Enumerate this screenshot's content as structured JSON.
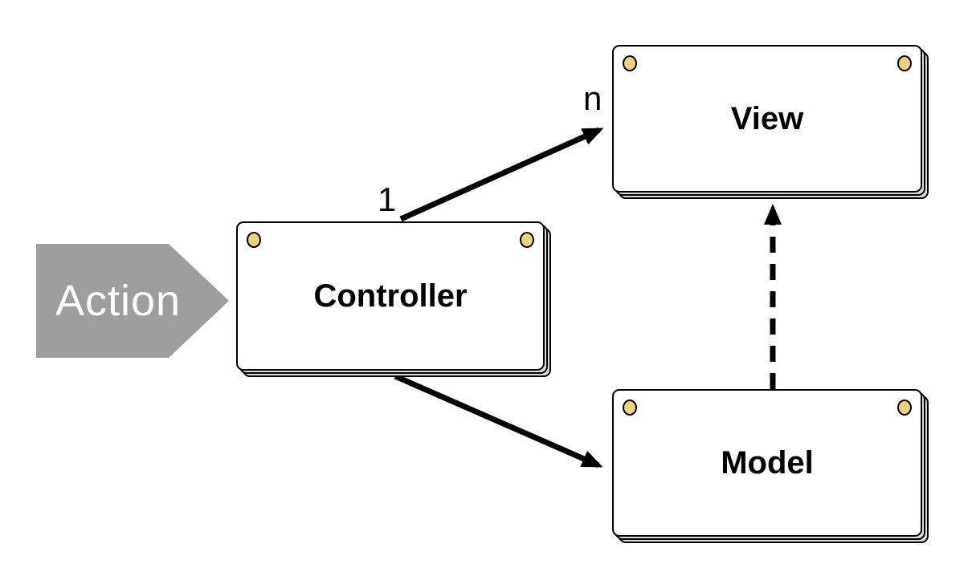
{
  "diagram": {
    "type": "component-diagram",
    "subject": "model-view-controller",
    "nodes": [
      {
        "id": "controller",
        "label": "Controller"
      },
      {
        "id": "view",
        "label": "View"
      },
      {
        "id": "model",
        "label": "Model"
      }
    ],
    "edges": [
      {
        "from": "controller",
        "to": "view",
        "style": "solid-arrow",
        "source_label": "1",
        "target_label": "n"
      },
      {
        "from": "controller",
        "to": "model",
        "style": "solid-arrow"
      },
      {
        "from": "model",
        "to": "view",
        "style": "dashed-arrow"
      }
    ],
    "input": {
      "label": "Action"
    },
    "colors": {
      "card_fill": "#ffffff",
      "card_border": "#000000",
      "card_stack_gap": "#dcdcdc",
      "pin_fill": "#efd17c",
      "action_fill": "#9e9e9e",
      "action_text": "#ffffff",
      "arrow": "#000000"
    }
  }
}
